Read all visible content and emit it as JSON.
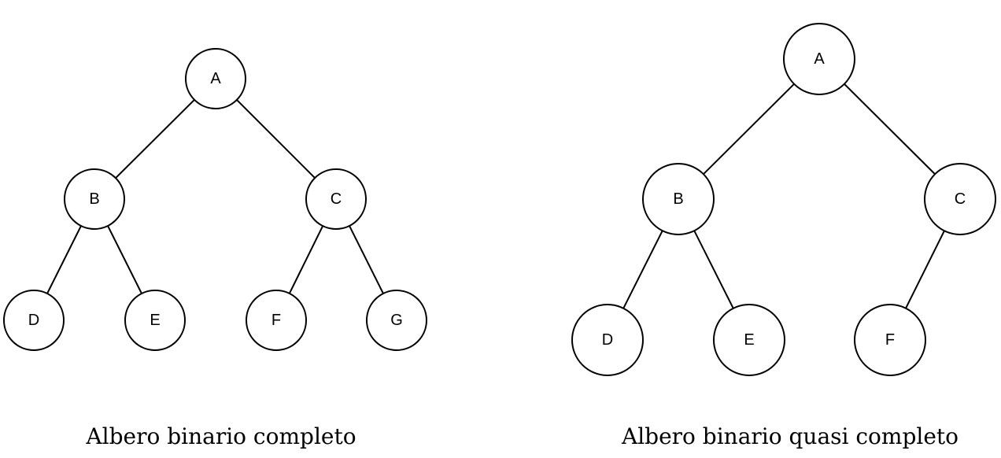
{
  "trees": [
    {
      "caption": "Albero binario completo",
      "nodes": [
        "A",
        "B",
        "C",
        "D",
        "E",
        "F",
        "G"
      ],
      "edges": [
        [
          "A",
          "B"
        ],
        [
          "A",
          "C"
        ],
        [
          "B",
          "D"
        ],
        [
          "B",
          "E"
        ],
        [
          "C",
          "F"
        ],
        [
          "C",
          "G"
        ]
      ]
    },
    {
      "caption": "Albero binario quasi completo",
      "nodes": [
        "A",
        "B",
        "C",
        "D",
        "E",
        "F"
      ],
      "edges": [
        [
          "A",
          "B"
        ],
        [
          "A",
          "C"
        ],
        [
          "B",
          "D"
        ],
        [
          "B",
          "E"
        ],
        [
          "C",
          "F"
        ]
      ]
    }
  ]
}
